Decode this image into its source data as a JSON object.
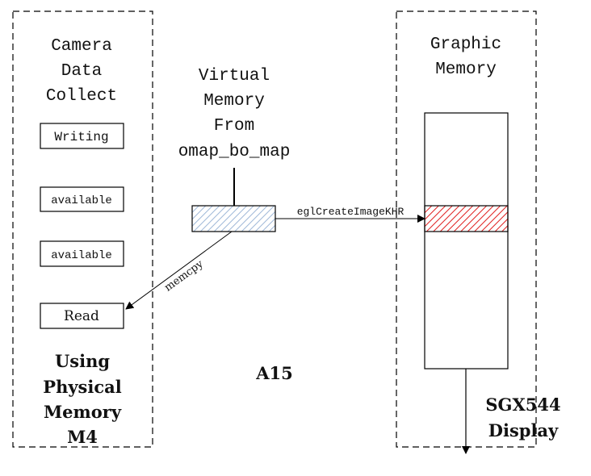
{
  "diagram": {
    "left_panel": {
      "title_lines": [
        "Camera",
        "Data",
        "Collect"
      ],
      "buffers": [
        "Writing",
        "available",
        "available",
        "Read"
      ],
      "footer_lines": [
        "Using",
        "Physical",
        "Memory",
        "M4"
      ]
    },
    "center": {
      "title_lines": [
        "Virtual",
        "Memory",
        "From",
        "omap_bo_map"
      ],
      "processor_label": "A15",
      "buffer_fill_color": "#9fb8d8"
    },
    "right_panel": {
      "title_lines": [
        "Graphic",
        "Memory"
      ],
      "footer_lines": [
        "SGX544",
        "Display"
      ],
      "buffer_fill_color": "#e02020"
    },
    "arrows": {
      "to_graphic": "eglCreateImageKHR",
      "to_read": "memcpy"
    }
  }
}
